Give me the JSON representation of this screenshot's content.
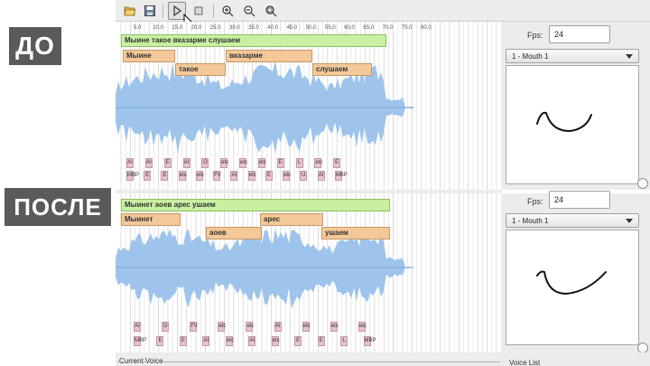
{
  "labels": {
    "before": "ДО",
    "after": "ПОСЛЕ"
  },
  "toolbar": {
    "buttons": [
      {
        "name": "open-folder-button",
        "icon": "open-folder-icon"
      },
      {
        "name": "save-button",
        "icon": "save-icon"
      },
      {
        "name": "play-button",
        "icon": "play-icon",
        "active": true
      },
      {
        "name": "stop-button",
        "icon": "stop-icon"
      },
      {
        "name": "zoom-in-button",
        "icon": "zoom-in-icon"
      },
      {
        "name": "zoom-out-button",
        "icon": "zoom-out-icon"
      },
      {
        "name": "zoom-reset-button",
        "icon": "zoom-reset-icon"
      }
    ]
  },
  "ruler_ticks": [
    "5.0",
    "10.0",
    "15.0",
    "20.0",
    "25.0",
    "30.0",
    "35.0",
    "40.0",
    "45.0",
    "50.0",
    "55.0",
    "60.0",
    "65.0",
    "70.0",
    "75.0",
    "80.0"
  ],
  "before": {
    "phrase": "Мыине такое вказарме слушаем",
    "words": [
      "Мыине",
      "такое",
      "вказарме",
      "слушаем"
    ],
    "phonemes_upper": [
      "AI",
      "AI",
      "E",
      "AI",
      "O",
      "etc",
      "etc",
      "etc",
      "E",
      "L",
      "etc",
      "E"
    ],
    "phonemes_lower": [
      "MBP",
      "E",
      "E",
      "etc",
      "etc",
      "FV",
      "AI",
      "etc",
      "E",
      "etc",
      "U",
      "AI",
      "MBP"
    ]
  },
  "after": {
    "phrase": "Мыинет аоев арес ушаем",
    "words": [
      "Мыинет",
      "аоев",
      "арес",
      "ушаем"
    ],
    "phonemes_upper": [
      "AI",
      "O",
      "FV",
      "etc",
      "etc",
      "AI",
      "etc",
      "etc",
      "etc"
    ],
    "phonemes_lower": [
      "MBP",
      "E",
      "E",
      "AI",
      "etc",
      "AI",
      "etc",
      "E",
      "E",
      "L",
      "MBP"
    ]
  },
  "right_panel": {
    "fps_label": "Fps:",
    "fps_value": "24",
    "voice_option": "1 - Mouth 1"
  },
  "bottom": {
    "current_voice_label": "Current Voice",
    "voice_list_label": "Voice List"
  },
  "colors": {
    "waveform": "#9ec4ec",
    "phrase": "#c8f0a0",
    "word": "#f4c898",
    "phoneme": "#e8c0d0"
  }
}
